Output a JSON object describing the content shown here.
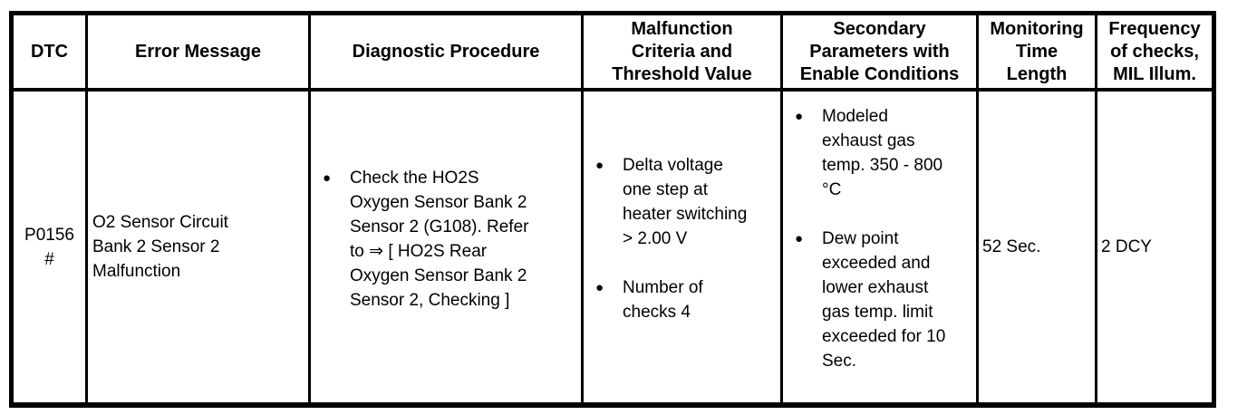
{
  "glyphs": {
    "bullet": "●"
  },
  "colors": {
    "border": "#000000",
    "background": "#ffffff",
    "text": "#000000"
  },
  "table": {
    "headers": {
      "dtc": "DTC",
      "error_message": "Error Message",
      "diagnostic_procedure": "Diagnostic Procedure",
      "malfunction_criteria": "Malfunction\nCriteria and\nThreshold Value",
      "secondary_parameters": "Secondary\nParameters with\nEnable Conditions",
      "monitoring_time": "Monitoring\nTime\nLength",
      "frequency": "Frequency\nof checks,\nMIL Illum."
    },
    "row": {
      "dtc": "P0156\n#",
      "error_message": "O2 Sensor Circuit\nBank 2 Sensor 2\nMalfunction",
      "diagnostic_procedure": [
        "Check the HO2S\nOxygen Sensor Bank 2\nSensor 2 (G108). Refer\nto ⇒ [ HO2S Rear\nOxygen Sensor Bank 2\nSensor 2, Checking ]"
      ],
      "malfunction_criteria": [
        "Delta voltage\none step at\nheater switching\n> 2.00 V",
        "Number of\nchecks 4"
      ],
      "secondary_parameters": [
        "Modeled\nexhaust gas\ntemp. 350 - 800\n°C",
        "Dew point\nexceeded and\nlower exhaust\ngas temp. limit\nexceeded for 10\nSec."
      ],
      "monitoring_time": "52 Sec.",
      "frequency": "2 DCY"
    }
  }
}
